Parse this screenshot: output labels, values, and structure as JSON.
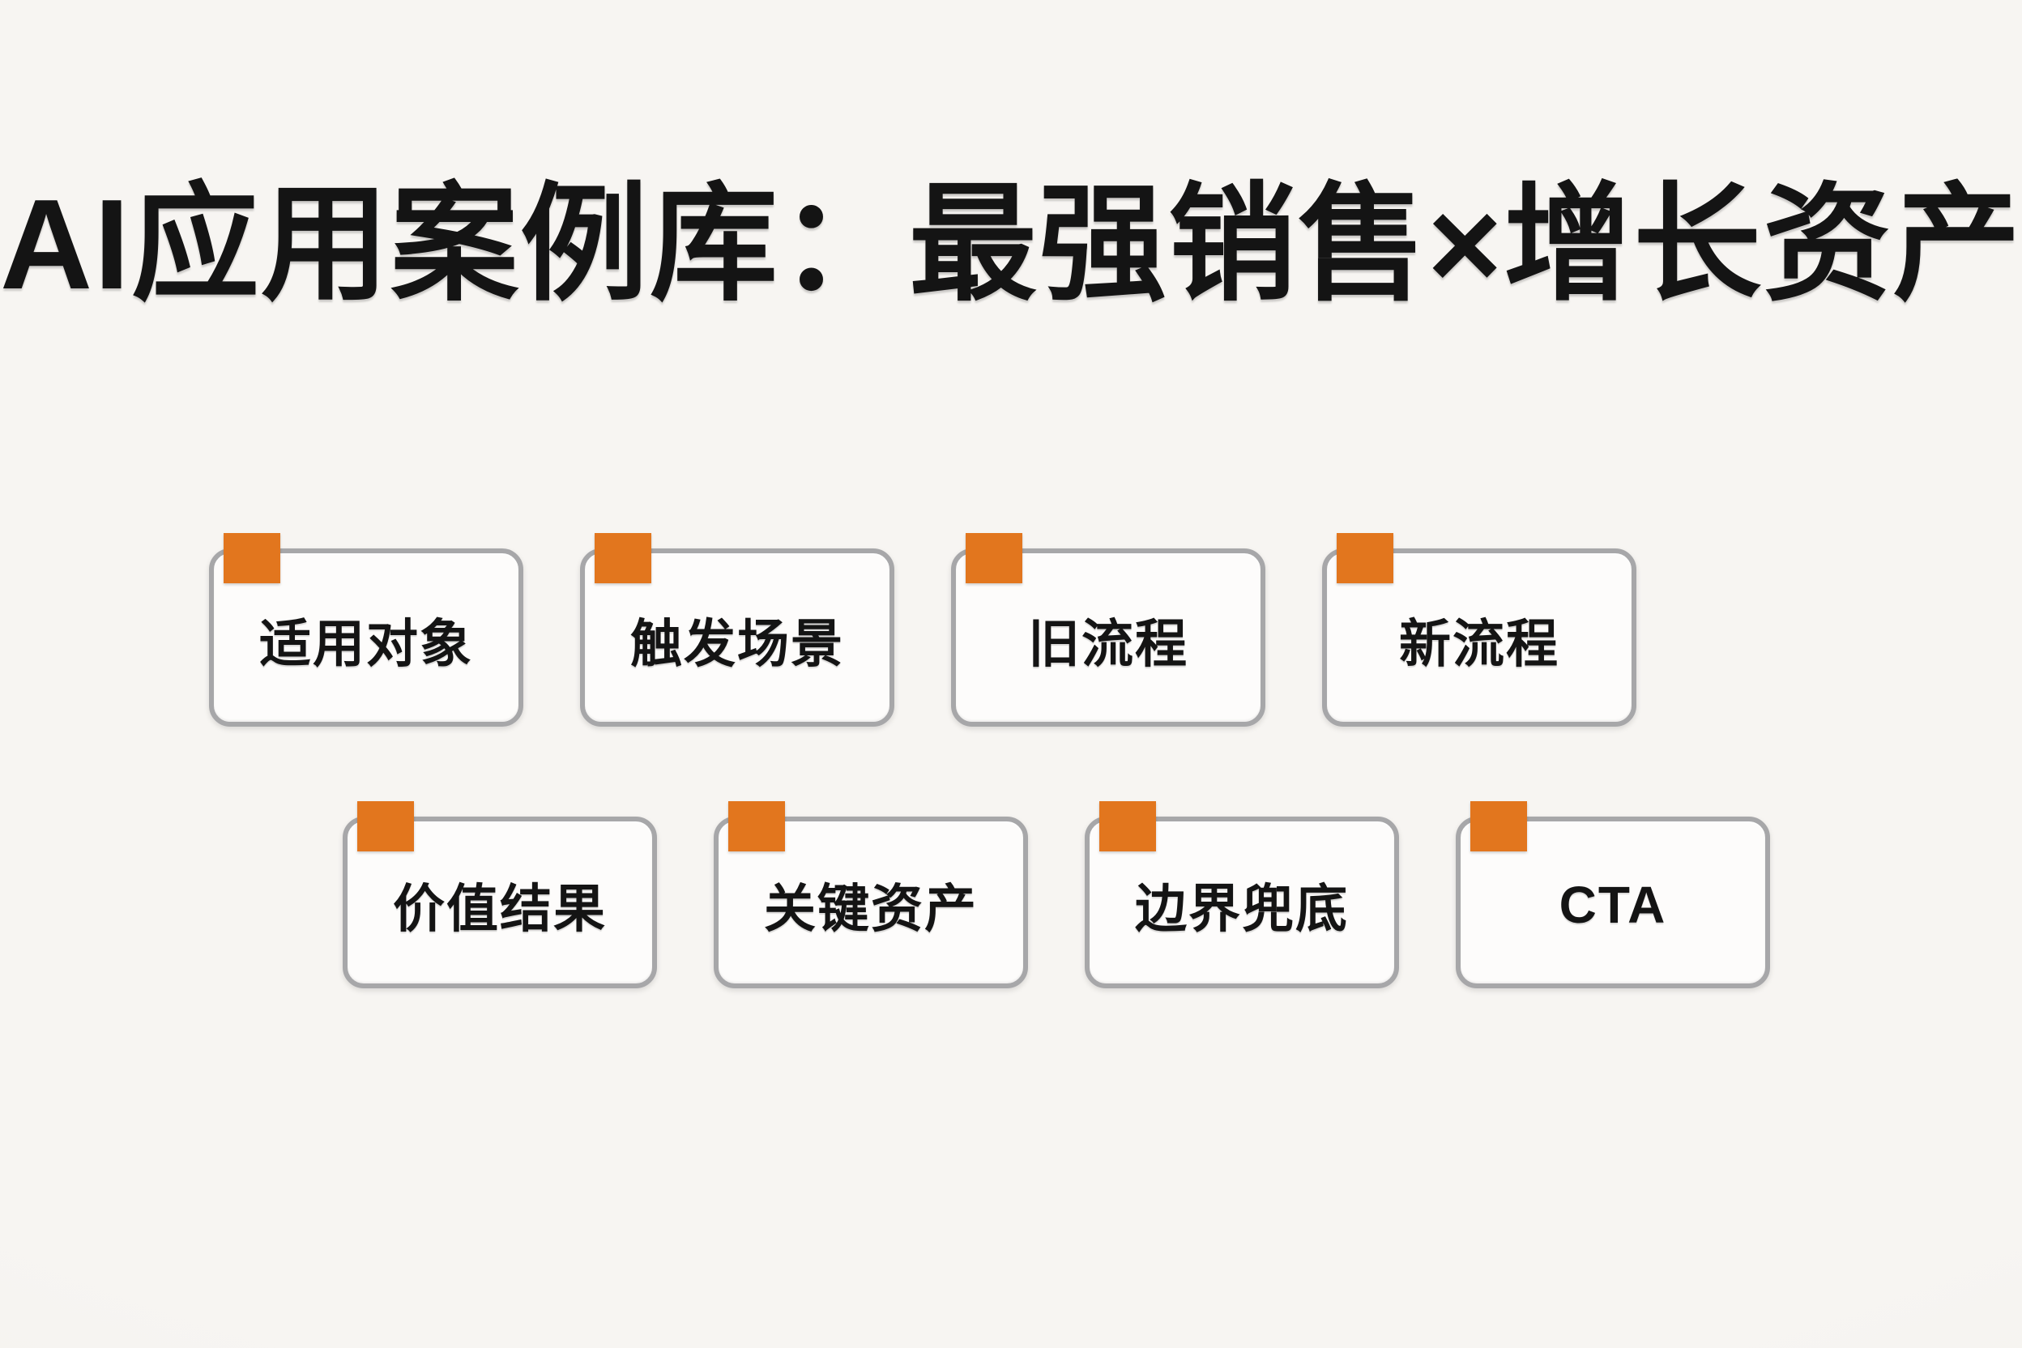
{
  "title": {
    "text": "AI应用案例库：最强销售×增长资产"
  },
  "rows": [
    {
      "cards": [
        {
          "label": "适用对象"
        },
        {
          "label": "触发场景"
        },
        {
          "label": "旧流程"
        },
        {
          "label": "新流程"
        }
      ]
    },
    {
      "cards": [
        {
          "label": "价值结果"
        },
        {
          "label": "关键资产"
        },
        {
          "label": "边界兜底"
        },
        {
          "label": "CTA"
        }
      ]
    }
  ],
  "markers": {
    "card_corner_marker": "orange-square"
  },
  "colors": {
    "accent": "#E2761E",
    "card_border": "#A7A7A9",
    "card_fill": "#FDFCFB",
    "background": "#F7F5F2",
    "text": "#141414"
  }
}
